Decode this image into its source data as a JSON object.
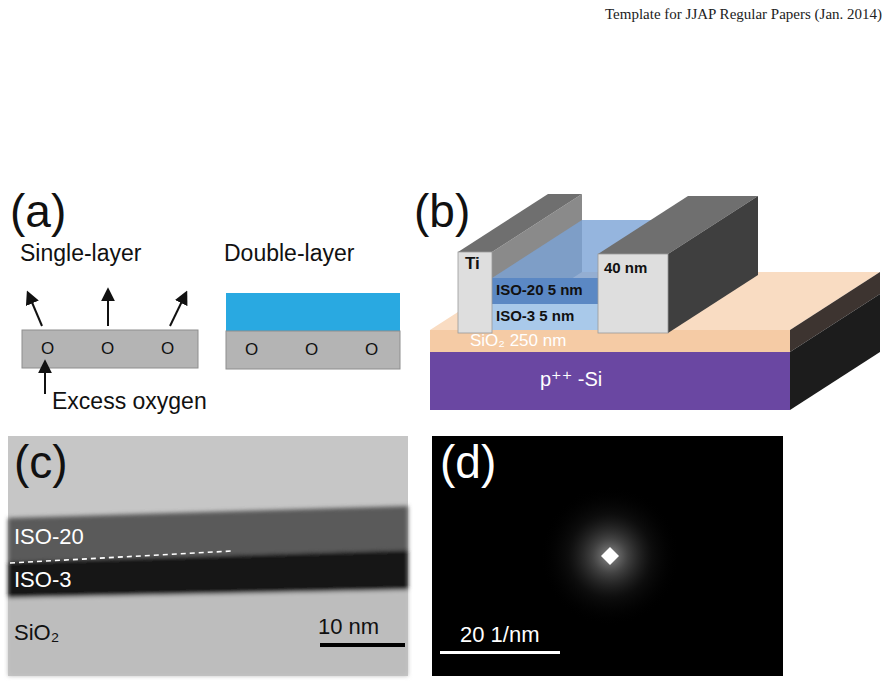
{
  "diagram": {
    "labels": [
      "Template for JJAP Regular Papers (Jan. 2014)",
      "(a)",
      "Single-layer",
      "Double-layer",
      "O",
      "O",
      "O",
      "Excess oxygen",
      "O",
      "O",
      "O",
      "(b)",
      "Ti",
      "ISO-20 5 nm",
      "40 nm",
      "ISO-3 5 nm",
      "SiO₂ 250 nm",
      "p⁺⁺ -Si",
      "(c)",
      "ISO-20",
      "ISO-3",
      "SiO₂",
      "10 nm",
      "(d)",
      "20 1/nm"
    ]
  }
}
